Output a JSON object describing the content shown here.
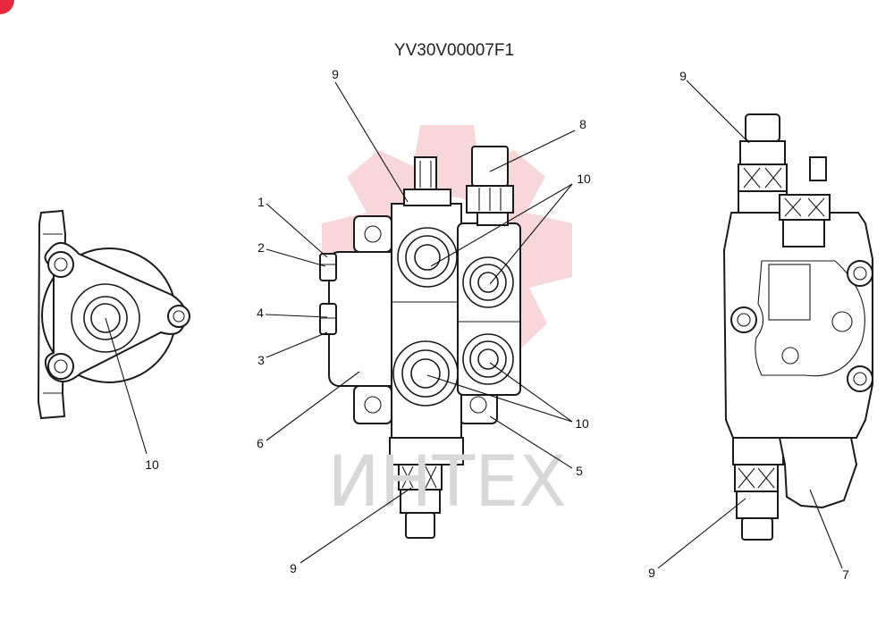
{
  "figure": {
    "code": "YV30V00007F1",
    "watermark": "ИНТЕХ",
    "accent_color": "#e8283c",
    "watermark_gear_color": "#f6c9ce"
  },
  "callouts": {
    "left_view": {
      "port": "10"
    },
    "center_view": {
      "top_bolt": "9",
      "top_right": "8",
      "ports_upper": "10",
      "item_1": "1",
      "item_2": "2",
      "item_4": "4",
      "item_3": "3",
      "item_6": "6",
      "ports_lower": "10",
      "item_5": "5",
      "bottom_bolt": "9"
    },
    "right_view": {
      "top_bolt": "9",
      "bottom_bolt": "9",
      "item_7": "7"
    }
  }
}
